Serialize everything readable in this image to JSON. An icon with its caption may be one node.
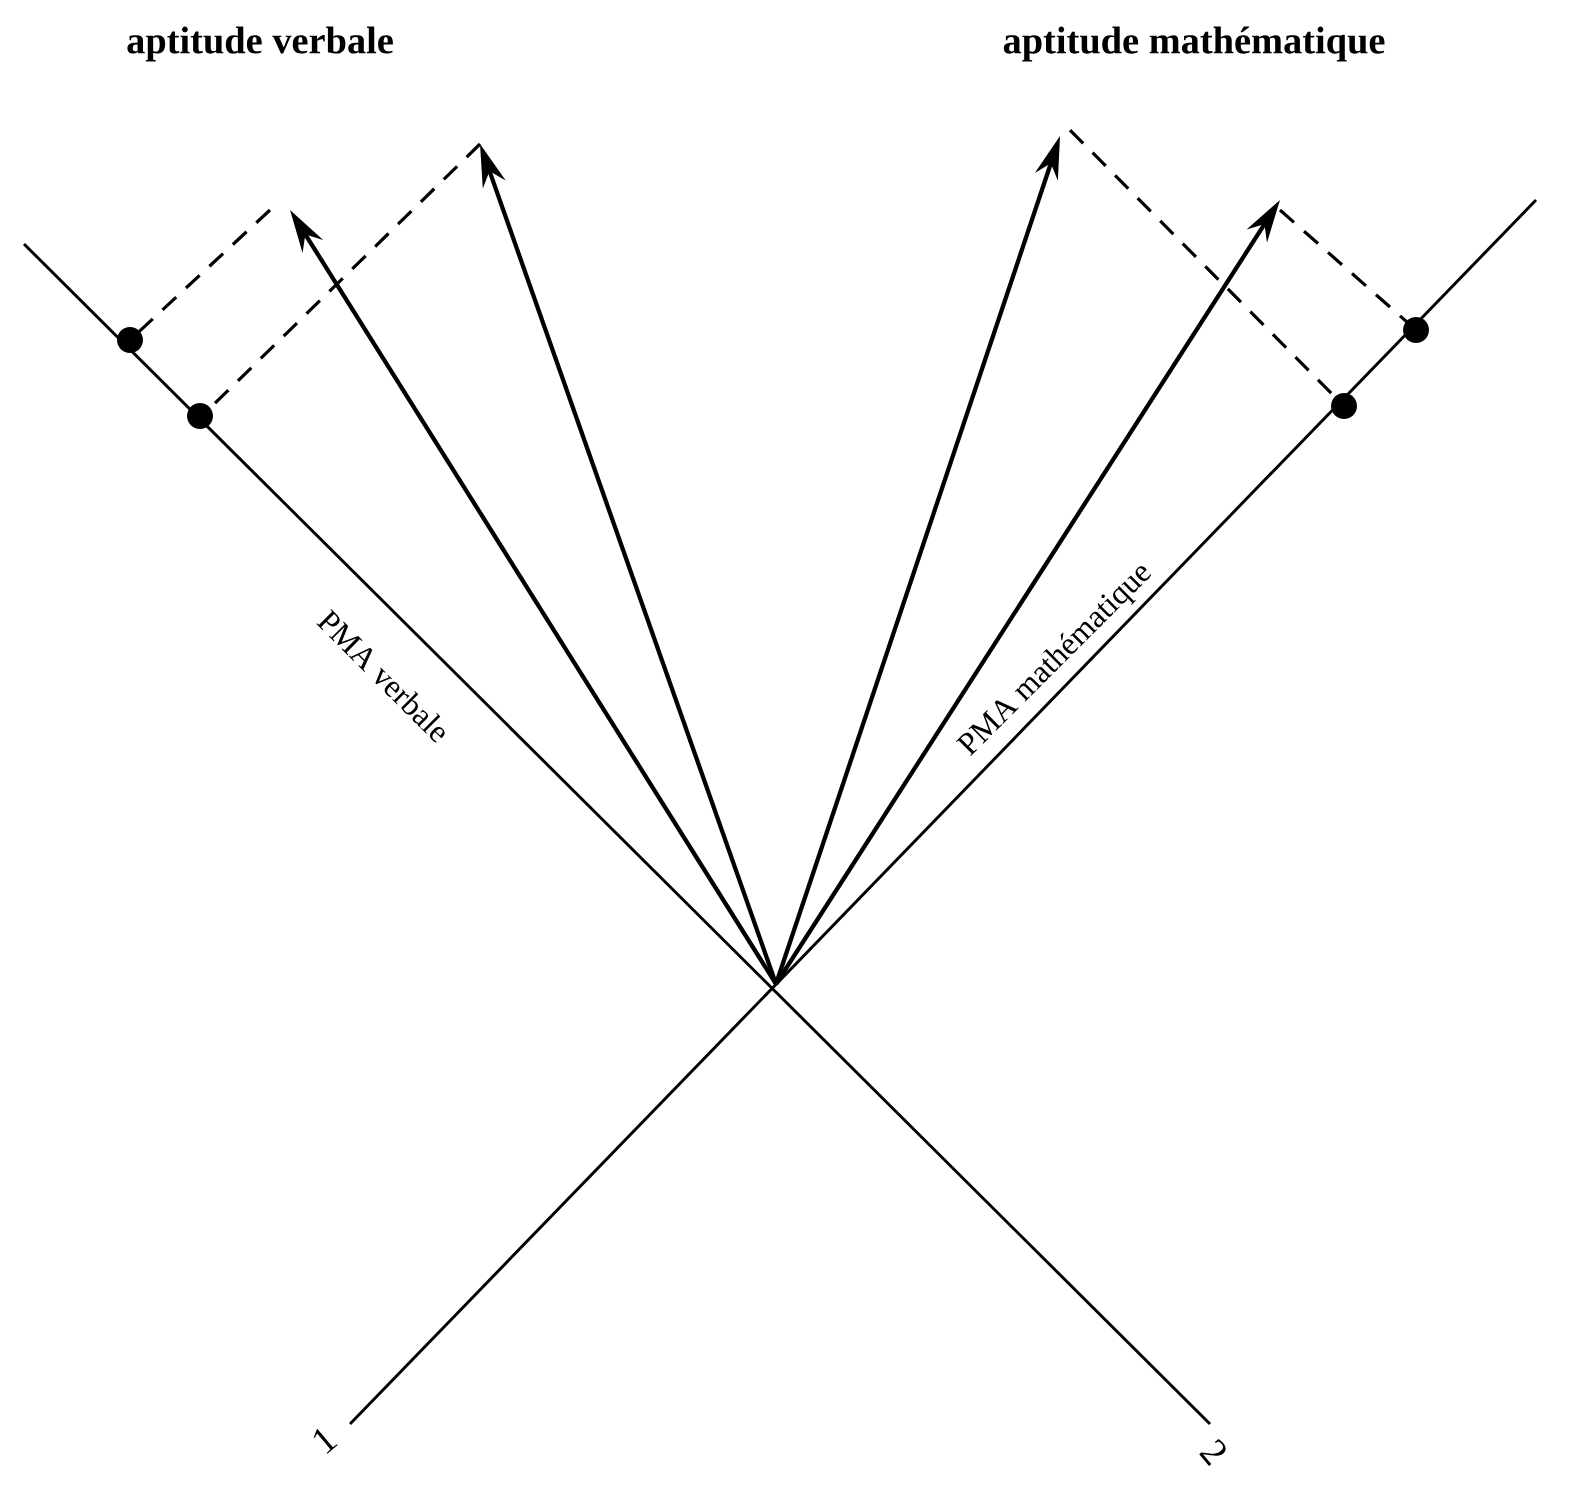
{
  "diagram": {
    "labels": [
      "aptitude verbale",
      "aptitude mathématique",
      "PMA verbale",
      "PMA mathématique",
      "1",
      "2"
    ]
  }
}
